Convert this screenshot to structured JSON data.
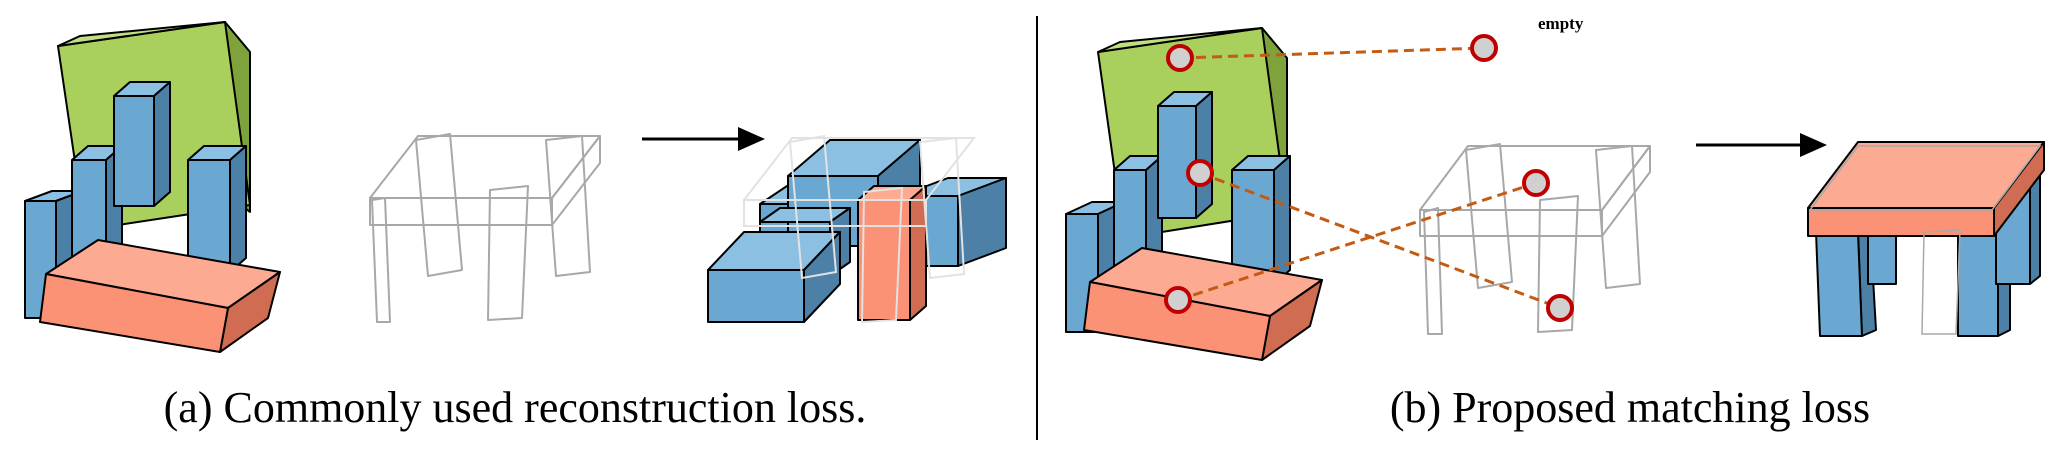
{
  "panels": [
    {
      "id": "a",
      "caption": "(a) Commonly used reconstruction loss."
    },
    {
      "id": "b",
      "caption": "(b) Proposed matching loss"
    }
  ],
  "labels": {
    "empty": "empty"
  },
  "colors": {
    "green_face": "#a9cf5c",
    "green_side": "#7ea33c",
    "blue_face": "#6aa8d2",
    "blue_side": "#4d80a6",
    "blue_top": "#8cc0e2",
    "salmon_face": "#fb9275",
    "salmon_side": "#cf6c52",
    "salmon_top": "#fcab92",
    "wireframe": "#a8a8a8",
    "match_line": "#c55a11",
    "match_ring": "#c00000",
    "match_fill": "#d0d0d0",
    "divider": "#000000"
  }
}
